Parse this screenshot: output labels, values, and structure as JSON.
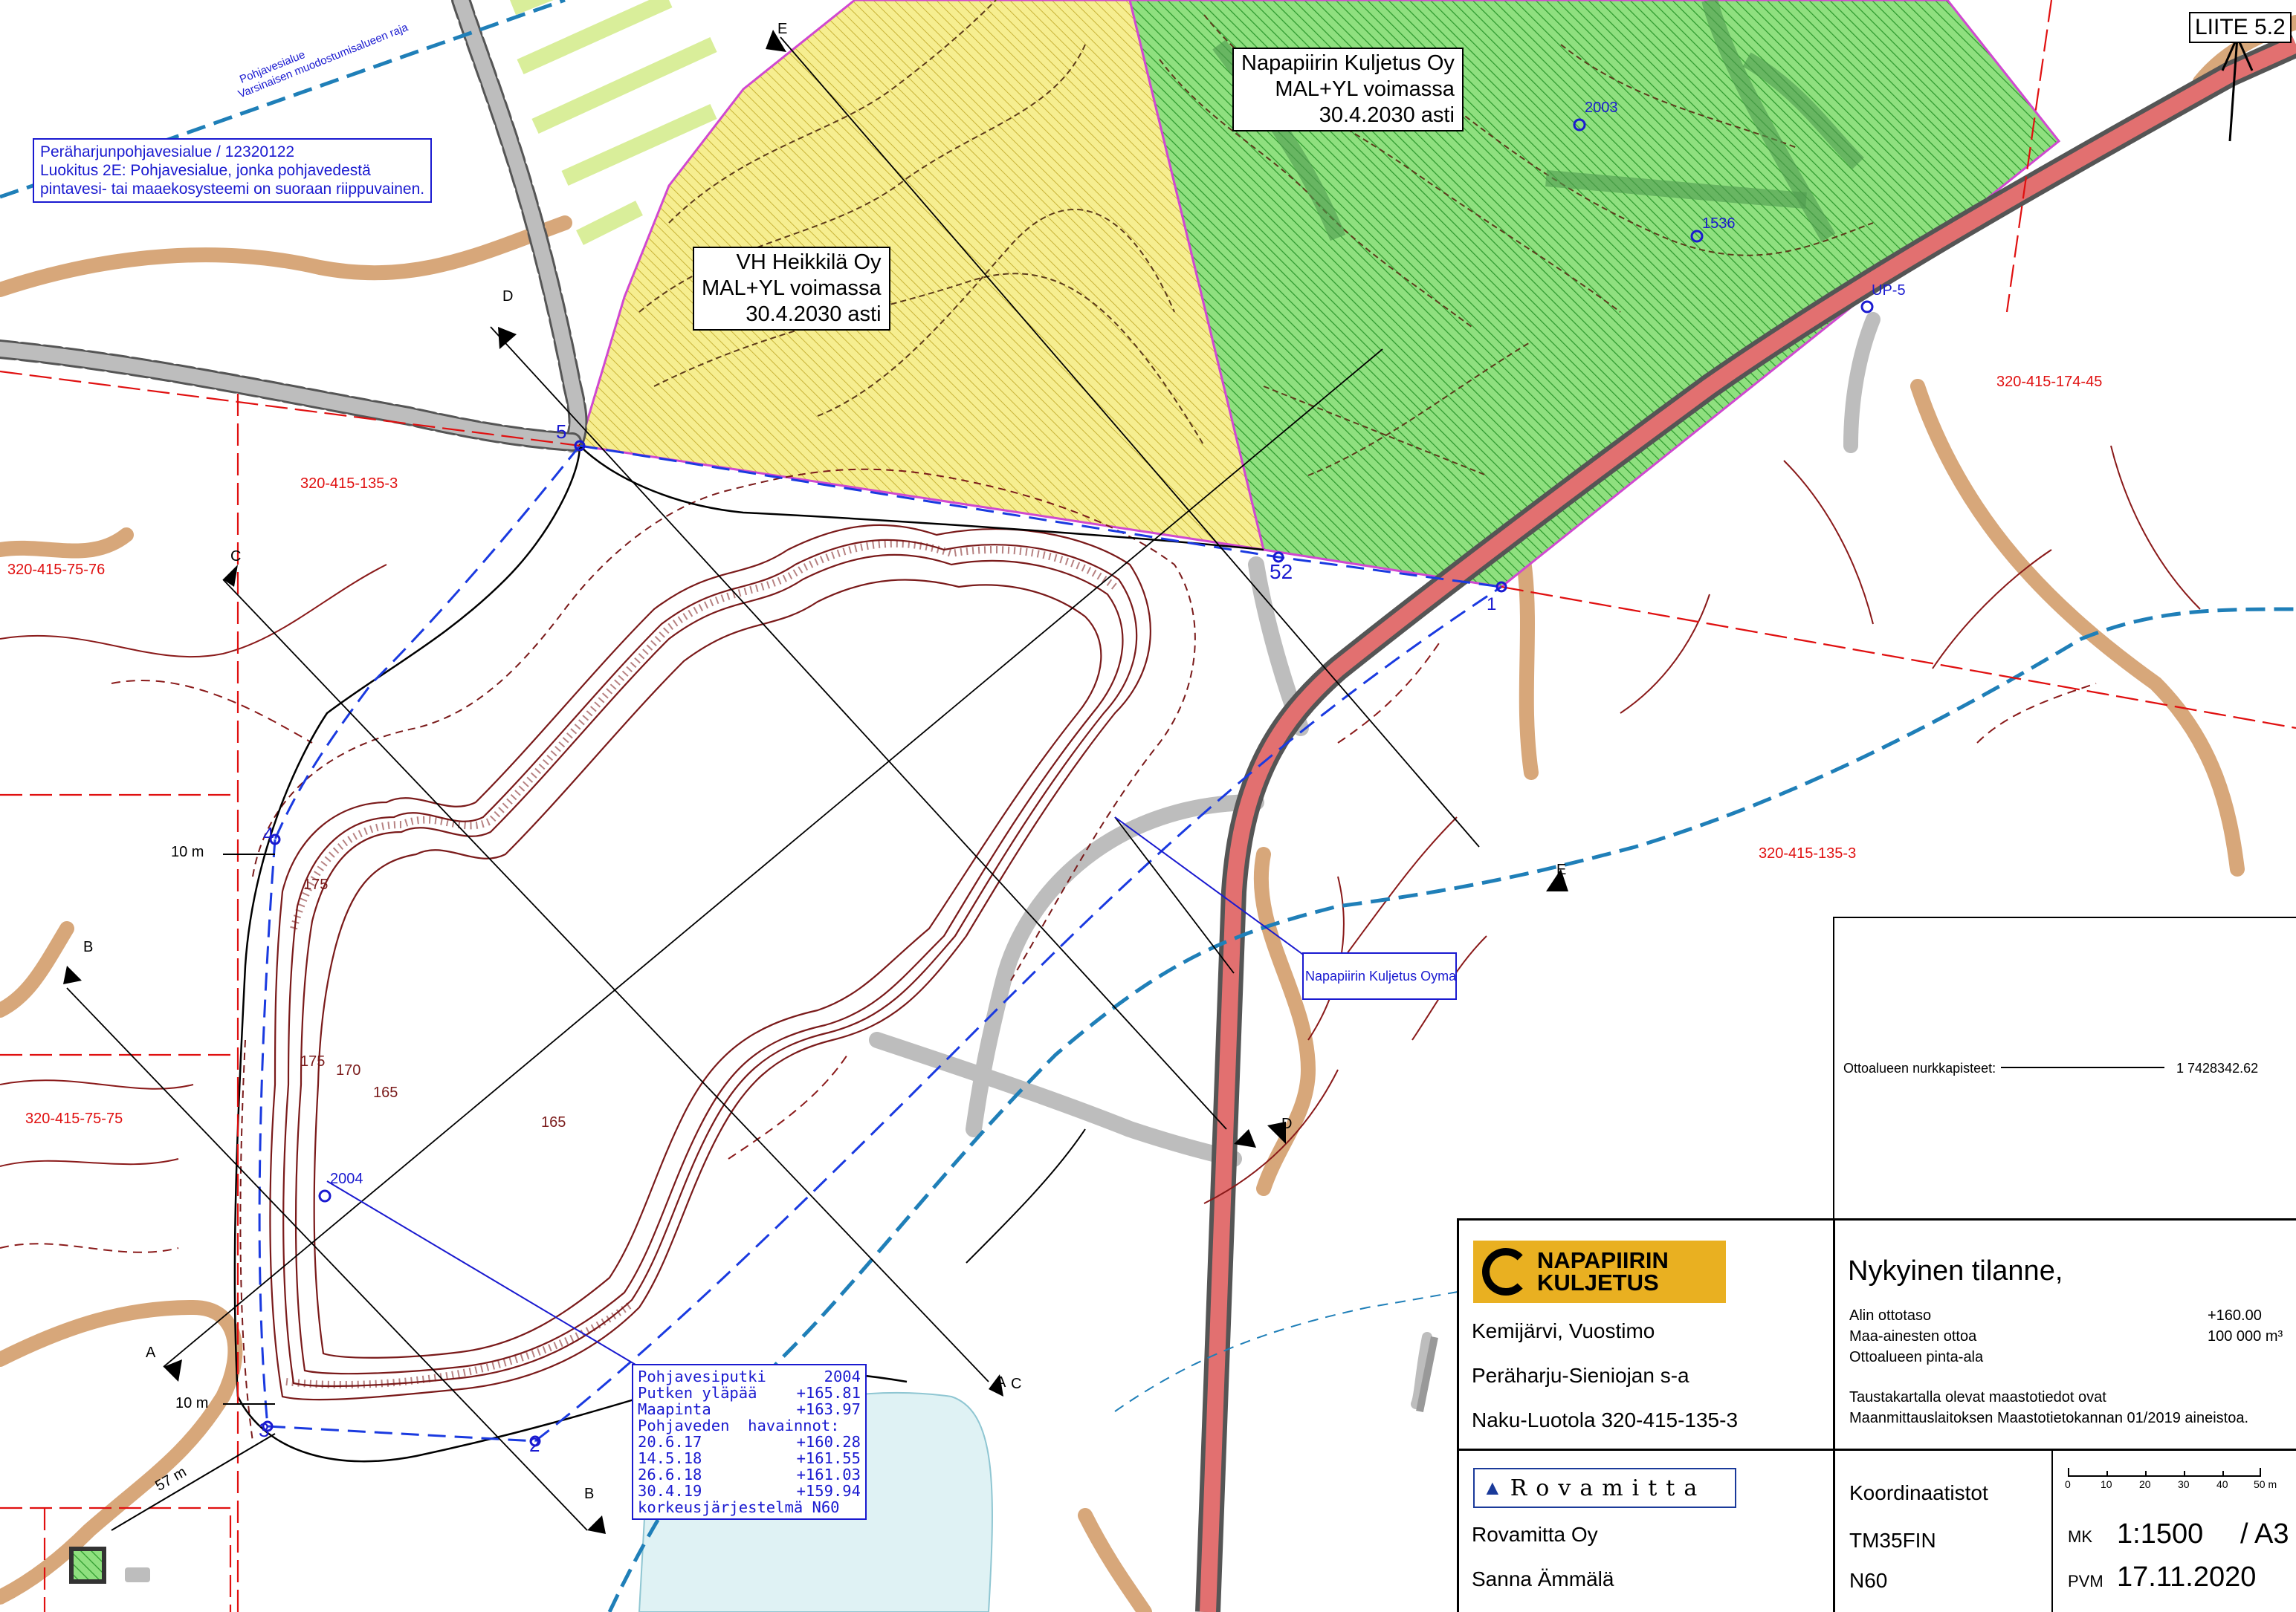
{
  "sheet_label": "LIITE 5.2",
  "groundwater_area": {
    "line1": "Peräharjunpohjavesialue  / 12320122",
    "line2": "Luokitus 2E:  Pohjavesialue, jonka pohjavedestä",
    "line3": "pintavesi- tai maaekosysteemi on suoraan riippuvainen.",
    "boundary_label_1": "Pohjavesialue",
    "boundary_label_2": "Varsinaisen muodostumisalueen raja"
  },
  "permit_areas": [
    {
      "company": "VH Heikkilä Oy",
      "status": "MAL+YL voimassa",
      "valid": "30.4.2030 asti",
      "color": "#f3ea76"
    },
    {
      "company": "Napapiirin Kuljetus Oy",
      "status": "MAL+YL voimassa",
      "valid": "30.4.2030 asti",
      "color": "#7ad36a"
    }
  ],
  "parcels": [
    "320-415-135-3",
    "320-415-75-76",
    "320-415-174-45",
    "320-415-135-3",
    "320-415-75-75"
  ],
  "wells": [
    "2003",
    "1536",
    "UP-5",
    "2004"
  ],
  "corner_points": [
    "1",
    "2",
    "3",
    "4",
    "5",
    "52"
  ],
  "section_letters": [
    "A",
    "B",
    "C",
    "D",
    "E"
  ],
  "contour_labels": [
    "175",
    "170",
    "165",
    "165",
    "175"
  ],
  "dimensions": {
    "top": "10 m",
    "bottom": "10 m",
    "diag": "57 m"
  },
  "owner_box": "Napapiirin Kuljetus Oymaa-",
  "corner_note": {
    "label": "Ottoalueen nurkkapisteet:",
    "value": "1  7428342.62"
  },
  "well_table": {
    "title": "Pohjavesiputki",
    "id": "2004",
    "rows": [
      {
        "k": "Putken yläpää",
        "v": "+165.81"
      },
      {
        "k": "Maapinta",
        "v": "+163.97"
      },
      {
        "k": "Pohjaveden  havainnot:",
        "v": ""
      },
      {
        "k": "20.6.17",
        "v": "+160.28"
      },
      {
        "k": "14.5.18",
        "v": "+161.55"
      },
      {
        "k": "26.6.18",
        "v": "+161.03"
      },
      {
        "k": "30.4.19",
        "v": "+159.94"
      }
    ],
    "footer": "korkeusjärjestelmä N60"
  },
  "titleblock": {
    "logo1_line1": "NAPAPIIRIN",
    "logo1_line2": "KULJETUS",
    "place": "Kemijärvi, Vuostimo",
    "project": "Peräharju-Sieniojan s-a",
    "property": "Naku-Luotola  320-415-135-3",
    "logo2": "Rovamitta",
    "consultant": "Rovamitta Oy",
    "author": "Sanna Ämmälä",
    "heading": "Nykyinen tilanne,",
    "info": [
      {
        "k": "Alin ottotaso",
        "v": "+160.00"
      },
      {
        "k": "Maa-ainesten ottoa",
        "v": "100 000 m³"
      },
      {
        "k": "Ottoalueen pinta-ala",
        "v": ""
      }
    ],
    "background_1": "Taustakartalla olevat maastotiedot ovat",
    "background_2": "Maanmittauslaitoksen Maastotietokannan 01/2019 aineistoa.",
    "coord_title": "Koordinaatistot",
    "coord_1": "TM35FIN",
    "coord_2": "N60",
    "scale_ticks": [
      "0",
      "10",
      "20",
      "30",
      "40",
      "50 m"
    ],
    "mk_label": "MK",
    "scale": "1:1500",
    "paper": "/ A3",
    "pvm_label": "PVM",
    "date": "17.11.2020"
  }
}
